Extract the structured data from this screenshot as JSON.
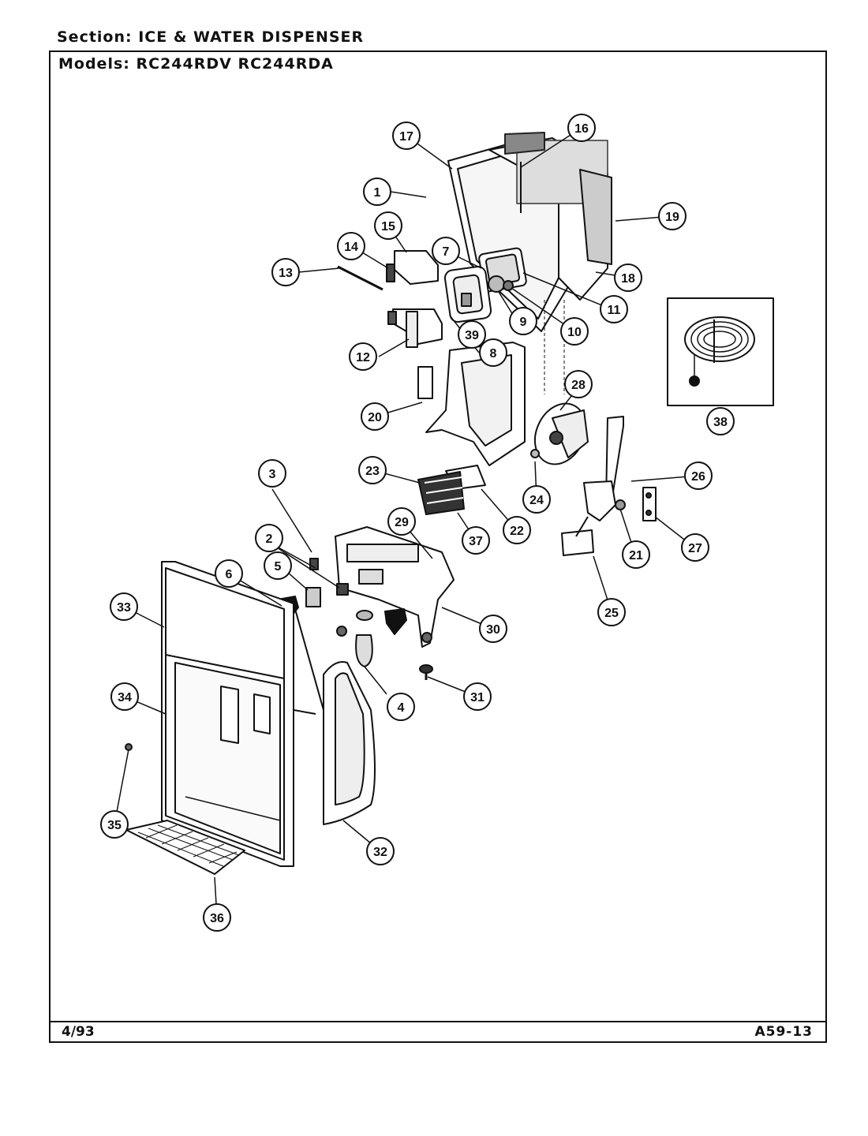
{
  "header": {
    "section_label": "Section:",
    "section_value": "ICE & WATER DISPENSER",
    "models_label": "Models:",
    "models_value": "RC244RDV RC244RDA"
  },
  "footer": {
    "date": "4/93",
    "page_code": "A59-13"
  },
  "callouts": [
    {
      "n": "1"
    },
    {
      "n": "2"
    },
    {
      "n": "3"
    },
    {
      "n": "4"
    },
    {
      "n": "5"
    },
    {
      "n": "6"
    },
    {
      "n": "7"
    },
    {
      "n": "8"
    },
    {
      "n": "9"
    },
    {
      "n": "10"
    },
    {
      "n": "11"
    },
    {
      "n": "12"
    },
    {
      "n": "13"
    },
    {
      "n": "14"
    },
    {
      "n": "15"
    },
    {
      "n": "16"
    },
    {
      "n": "17"
    },
    {
      "n": "18"
    },
    {
      "n": "19"
    },
    {
      "n": "20"
    },
    {
      "n": "21"
    },
    {
      "n": "22"
    },
    {
      "n": "23"
    },
    {
      "n": "24"
    },
    {
      "n": "25"
    },
    {
      "n": "26"
    },
    {
      "n": "27"
    },
    {
      "n": "28"
    },
    {
      "n": "29"
    },
    {
      "n": "30"
    },
    {
      "n": "31"
    },
    {
      "n": "32"
    },
    {
      "n": "33"
    },
    {
      "n": "34"
    },
    {
      "n": "35"
    },
    {
      "n": "36"
    },
    {
      "n": "37"
    },
    {
      "n": "38"
    },
    {
      "n": "39"
    }
  ]
}
